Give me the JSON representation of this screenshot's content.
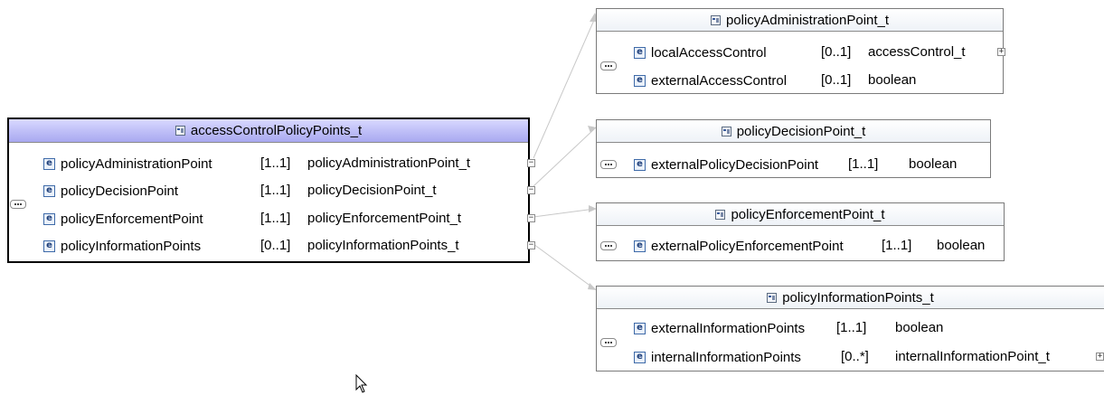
{
  "main_type": {
    "title": "accessControlPolicyPoints_t",
    "elements": [
      {
        "name": "policyAdministrationPoint",
        "cardinality": "[1..1]",
        "type": "policyAdministrationPoint_t"
      },
      {
        "name": "policyDecisionPoint",
        "cardinality": "[1..1]",
        "type": "policyDecisionPoint_t"
      },
      {
        "name": "policyEnforcementPoint",
        "cardinality": "[1..1]",
        "type": "policyEnforcementPoint_t"
      },
      {
        "name": "policyInformationPoints",
        "cardinality": "[0..1]",
        "type": "policyInformationPoints_t"
      }
    ]
  },
  "pap_type": {
    "title": "policyAdministrationPoint_t",
    "elements": [
      {
        "name": "localAccessControl",
        "cardinality": "[0..1]",
        "type": "accessControl_t"
      },
      {
        "name": "externalAccessControl",
        "cardinality": "[0..1]",
        "type": "boolean"
      }
    ]
  },
  "pdp_type": {
    "title": "policyDecisionPoint_t",
    "elements": [
      {
        "name": "externalPolicyDecisionPoint",
        "cardinality": "[1..1]",
        "type": "boolean"
      }
    ]
  },
  "pep_type": {
    "title": "policyEnforcementPoint_t",
    "elements": [
      {
        "name": "externalPolicyEnforcementPoint",
        "cardinality": "[1..1]",
        "type": "boolean"
      }
    ]
  },
  "pip_type": {
    "title": "policyInformationPoints_t",
    "elements": [
      {
        "name": "externalInformationPoints",
        "cardinality": "[1..1]",
        "type": "boolean"
      },
      {
        "name": "internalInformationPoints",
        "cardinality": "[0..*]",
        "type": "internalInformationPoint_t"
      }
    ]
  },
  "icons": {
    "element": "e",
    "complex_type": "complex-type-icon",
    "sequence": "sequence-icon",
    "expander": "plus-expander-icon",
    "collapser": "minus-collapser-icon"
  },
  "symbols": {
    "expand": "+",
    "collapse": "−"
  }
}
